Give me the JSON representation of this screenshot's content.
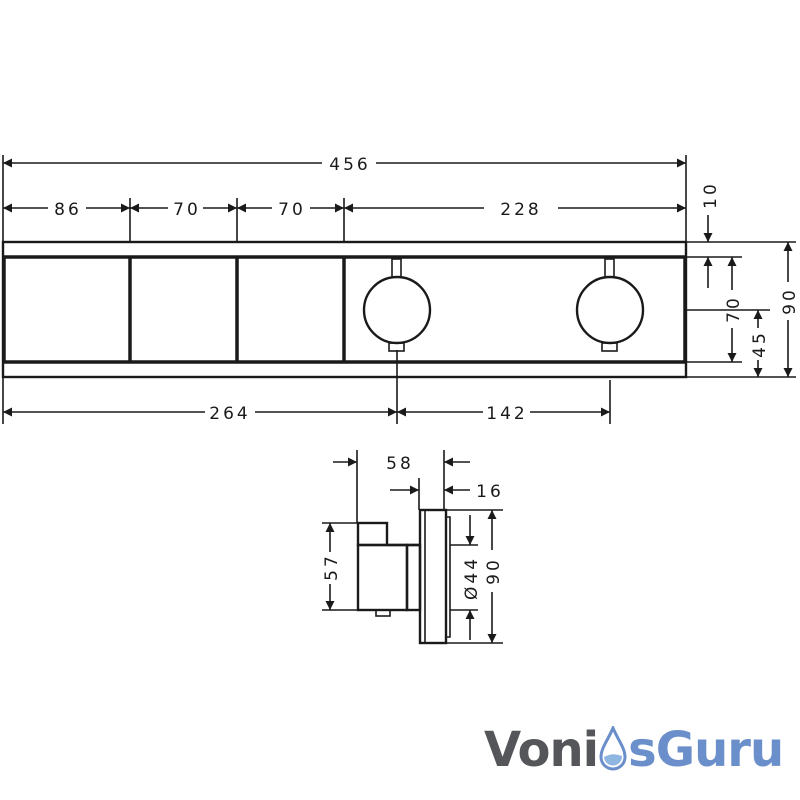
{
  "dimensions": {
    "total_width": "456",
    "segment_1": "86",
    "segment_2": "70",
    "segment_3": "70",
    "segment_4": "228",
    "top_margin": "10",
    "inner_height": "70",
    "knob_center_height": "45",
    "total_height": "90",
    "knob1_offset": "264",
    "knob_spacing": "142",
    "depth_total": "58",
    "plate_depth": "16",
    "body_height": "57",
    "knob_diameter": "Ø44",
    "side_height": "90"
  },
  "logo": {
    "part1": "Voni",
    "part2": "sGuru",
    "color_dark": "#555659",
    "color_blue": "#6b8fca"
  }
}
